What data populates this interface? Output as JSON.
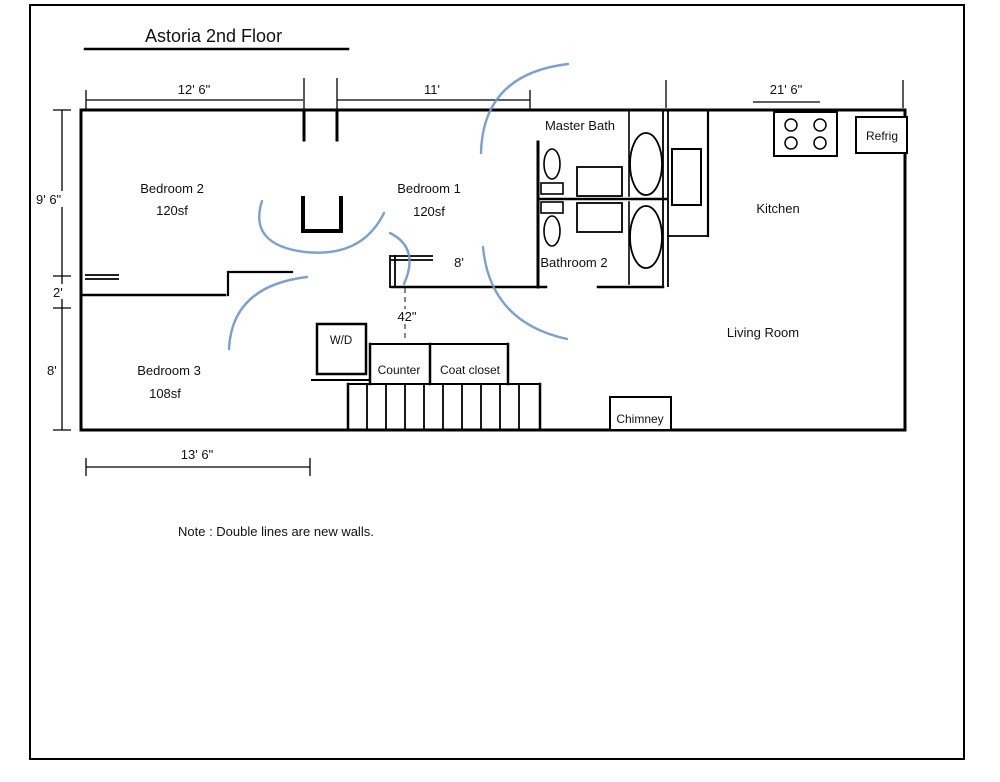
{
  "title": "Astoria 2nd Floor",
  "note": "Note : Double lines are new walls.",
  "rooms": {
    "bedroom2_name": "Bedroom 2",
    "bedroom2_area": "120sf",
    "bedroom1_name": "Bedroom 1",
    "bedroom1_area": "120sf",
    "bedroom3_name": "Bedroom 3",
    "bedroom3_area": "108sf",
    "master_bath": "Master Bath",
    "bathroom2": "Bathroom 2",
    "kitchen": "Kitchen",
    "living_room": "Living Room"
  },
  "labels": {
    "wd": "W/D",
    "counter": "Counter",
    "coat_closet": "Coat closet",
    "chimney": "Chimney",
    "refrig": "Refrig"
  },
  "dimensions": {
    "width_bedroom2": "12' 6\"",
    "width_bedroom1": "11'",
    "width_right": "21' 6\"",
    "height_upper_left": "9' 6\"",
    "height_mid_left": "2'",
    "height_lower_left": "8'",
    "width_bottom_left": "13' 6\"",
    "hall_opening": "8'",
    "hall_width": "42\""
  },
  "colors": {
    "wall": "#000000",
    "door_swing": "#6f96c9",
    "text": "#111111",
    "background": "#ffffff"
  }
}
